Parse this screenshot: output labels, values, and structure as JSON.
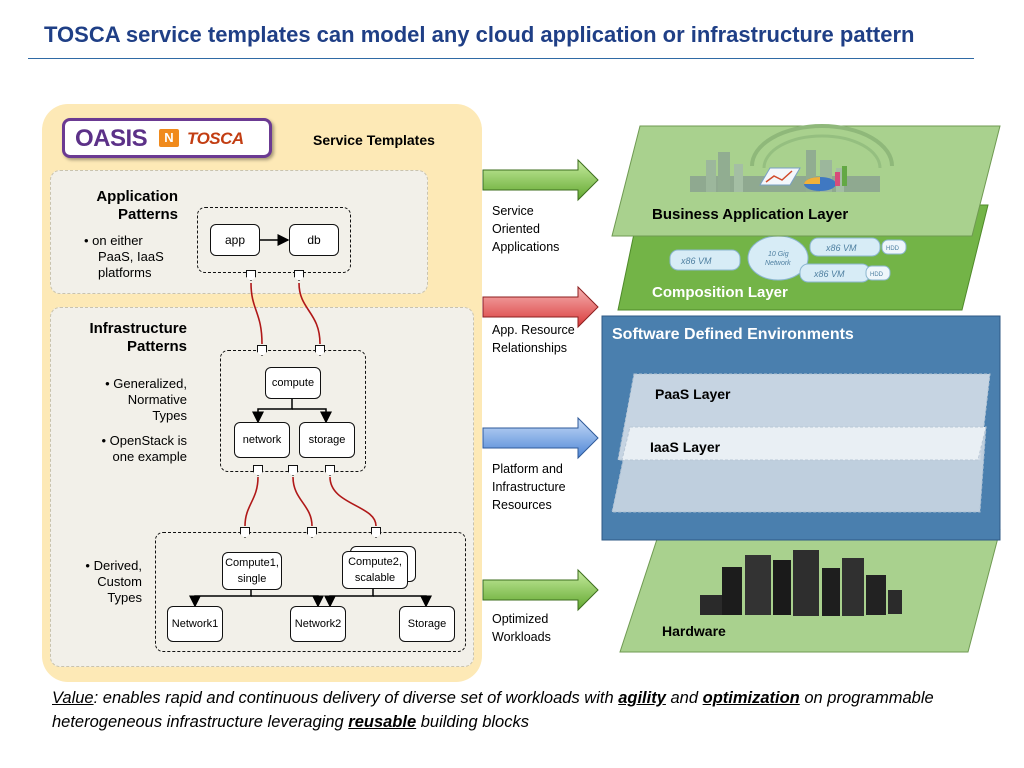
{
  "title": "TOSCA service templates can model any cloud application or infrastructure pattern",
  "logo": {
    "oasis": "OASIS",
    "mark": "N",
    "tosca": "TOSCA"
  },
  "service_templates": "Service Templates",
  "app_patterns": {
    "heading_1": "Application",
    "heading_2": "Patterns",
    "bullet_1": "on either",
    "bullet_2": "PaaS, IaaS",
    "bullet_3": "platforms"
  },
  "app_nodes": {
    "app": "app",
    "db": "db"
  },
  "infra_patterns": {
    "heading_1": "Infrastructure",
    "heading_2": "Patterns",
    "b1_1": "Generalized,",
    "b1_2": "Normative",
    "b1_3": "Types",
    "b2_1": "OpenStack is",
    "b2_2": "one example"
  },
  "infra_nodes": {
    "compute": "compute",
    "network": "network",
    "storage": "storage"
  },
  "derived": {
    "b_1": "Derived,",
    "b_2": "Custom",
    "b_3": "Types"
  },
  "custom_nodes": {
    "compute1_1": "Compute1,",
    "compute1_2": "single",
    "compute2_1": "Compute2,",
    "compute2_2": "scalable",
    "network1": "Network1",
    "network2": "Network2",
    "storage": "Storage"
  },
  "arrow_labels": {
    "service_1": "Service",
    "service_2": "Oriented",
    "service_3": "Applications",
    "relations_1": "App. Resource",
    "relations_2": "Relationships",
    "platform_1": "Platform and",
    "platform_2": "Infrastructure",
    "platform_3": "Resources",
    "optimized_1": "Optimized",
    "optimized_2": "Workloads"
  },
  "layers": {
    "business": "Business Application Layer",
    "composition": "Composition Layer",
    "sde": "Software Defined Environments",
    "paas": "PaaS Layer",
    "iaas": "IaaS Layer",
    "hardware": "Hardware",
    "vm_1": "x86 VM",
    "vm_2": "x86 VM",
    "vm_3": "x86 VM",
    "net_1": "10 Gig",
    "net_2": "Network",
    "hdd_1": "HDD",
    "hdd_2": "HDD"
  },
  "bottom": {
    "value_label": "Value",
    "part1": ": enables rapid and continuous delivery of diverse set of workloads with ",
    "agility": "agility",
    "part2": " and ",
    "optimization": "optimization",
    "part3": " on programmable heterogeneous infrastructure leveraging ",
    "reusable": "reusable",
    "part4": " building blocks"
  },
  "colors": {
    "title": "#1f3f86",
    "panel": "#fde9b6",
    "layer_green": "#a9d18e",
    "sde_blue": "#4a7fae",
    "arrow_green": "#7cc24a",
    "arrow_red": "#e85a5a",
    "arrow_blue": "#6d9ee0",
    "link_red": "#b01818"
  }
}
